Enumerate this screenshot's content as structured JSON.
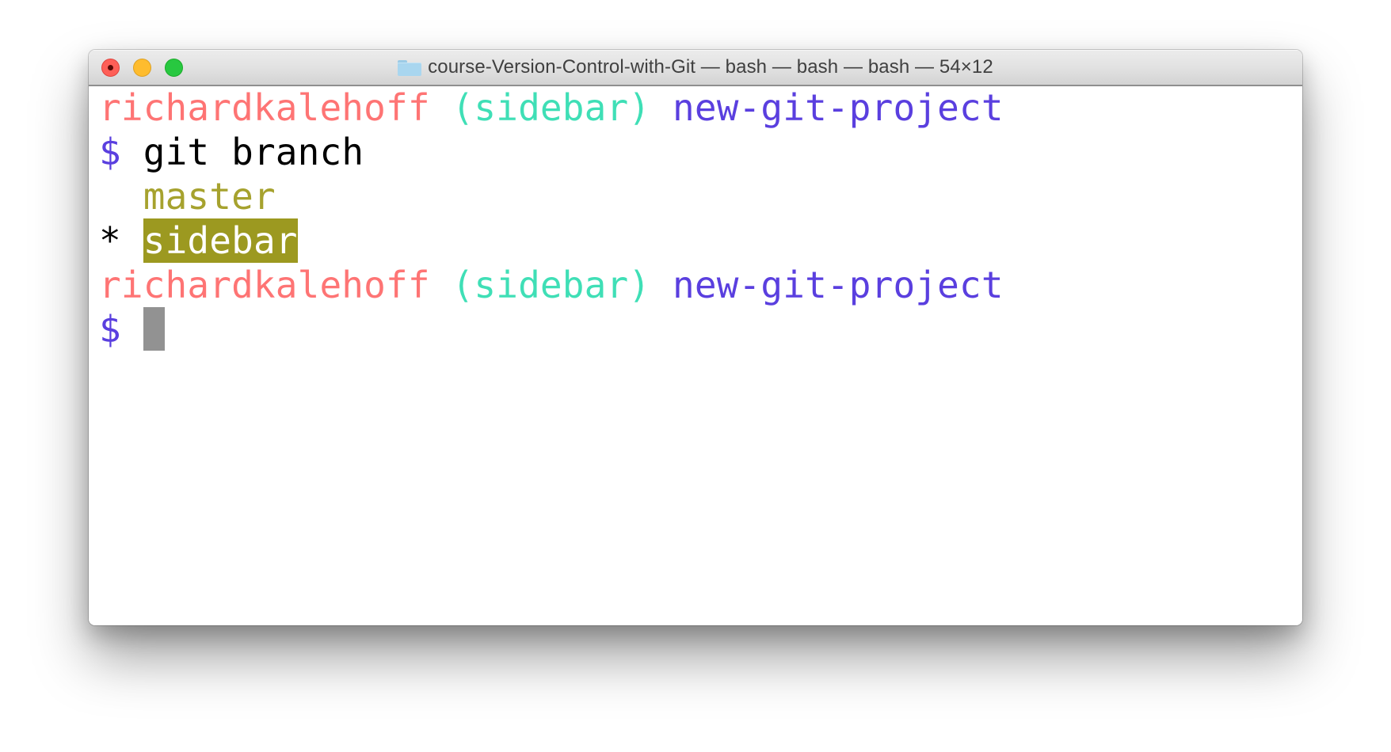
{
  "window": {
    "title": "course-Version-Control-with-Git — bash — bash — bash — 54×12",
    "title_icon": "folder-icon",
    "controls": {
      "close": "close-button",
      "minimize": "minimize-button",
      "zoom": "zoom-button"
    }
  },
  "colors": {
    "user": "#fe7474",
    "branch": "#3fdfb6",
    "directory": "#5a3fdf",
    "prompt_symbol": "#5a3fdf",
    "command": "#000000",
    "branch_list_item": "#a6a22e",
    "current_branch_bg": "#9c9920",
    "current_branch_fg": "#ffffff",
    "cursor": "#929292"
  },
  "terminal": {
    "lines": [
      {
        "type": "prompt_info",
        "user": "richardkalehoff",
        "branch": "(sidebar)",
        "directory": "new-git-project"
      },
      {
        "type": "command",
        "prompt": "$",
        "command": "git branch"
      },
      {
        "type": "output",
        "marker": " ",
        "branch": "master"
      },
      {
        "type": "output",
        "marker": "*",
        "branch": "sidebar",
        "current": true
      },
      {
        "type": "prompt_info",
        "user": "richardkalehoff",
        "branch": "(sidebar)",
        "directory": "new-git-project"
      },
      {
        "type": "command",
        "prompt": "$",
        "command": ""
      }
    ]
  }
}
